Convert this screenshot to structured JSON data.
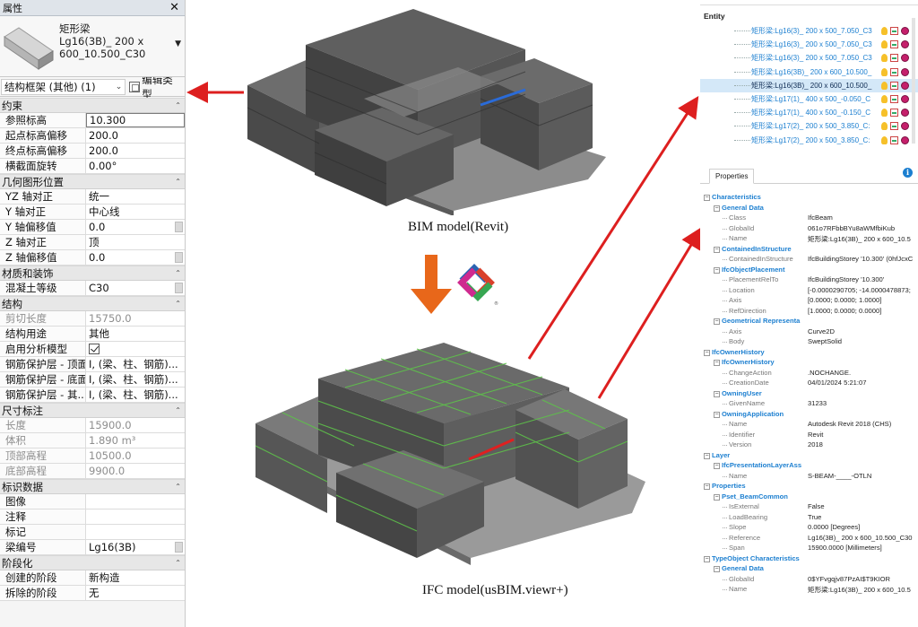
{
  "revit": {
    "panel_title": "属性",
    "type_name": "矩形梁\nLg16(3B)_ 200 x 600_10.500_C30",
    "type_name_lines": [
      "矩形梁",
      "Lg16(3B)_ 200 x",
      "600_10.500_C30"
    ],
    "filter": "结构框架 (其他) (1)",
    "edit_type": "编辑类型",
    "sections": [
      {
        "title": "约束",
        "rows": [
          {
            "label": "参照标高",
            "value": "10.300",
            "state": "active"
          },
          {
            "label": "起点标高偏移",
            "value": "200.0"
          },
          {
            "label": "终点标高偏移",
            "value": "200.0"
          },
          {
            "label": "横截面旋转",
            "value": "0.00°"
          }
        ]
      },
      {
        "title": "几何图形位置",
        "rows": [
          {
            "label": "YZ 轴对正",
            "value": "统一"
          },
          {
            "label": "Y 轴对正",
            "value": "中心线"
          },
          {
            "label": "Y 轴偏移值",
            "value": "0.0",
            "nub": true
          },
          {
            "label": "Z 轴对正",
            "value": "顶"
          },
          {
            "label": "Z 轴偏移值",
            "value": "0.0",
            "nub": true
          }
        ]
      },
      {
        "title": "材质和装饰",
        "rows": [
          {
            "label": "混凝土等级",
            "value": "C30",
            "nub": true
          }
        ]
      },
      {
        "title": "结构",
        "rows": [
          {
            "label": "剪切长度",
            "value": "15750.0",
            "state": "greyed"
          },
          {
            "label": "结构用途",
            "value": "其他"
          },
          {
            "label": "启用分析模型",
            "value": "",
            "checkbox": true
          },
          {
            "label": "钢筋保护层 - 顶面",
            "value": "I, (梁、柱、钢筋)..."
          },
          {
            "label": "钢筋保护层 - 底面",
            "value": "I, (梁、柱、钢筋)..."
          },
          {
            "label": "钢筋保护层 - 其...",
            "value": "I, (梁、柱、钢筋)..."
          }
        ]
      },
      {
        "title": "尺寸标注",
        "rows": [
          {
            "label": "长度",
            "value": "15900.0",
            "state": "greyed"
          },
          {
            "label": "体积",
            "value": "1.890 m³",
            "state": "greyed"
          },
          {
            "label": "顶部高程",
            "value": "10500.0",
            "state": "greyed"
          },
          {
            "label": "底部高程",
            "value": "9900.0",
            "state": "greyed"
          }
        ]
      },
      {
        "title": "标识数据",
        "rows": [
          {
            "label": "图像",
            "value": ""
          },
          {
            "label": "注释",
            "value": ""
          },
          {
            "label": "标记",
            "value": ""
          },
          {
            "label": "梁编号",
            "value": "Lg16(3B)",
            "nub": true
          }
        ]
      },
      {
        "title": "阶段化",
        "rows": [
          {
            "label": "创建的阶段",
            "value": "新构造"
          },
          {
            "label": "拆除的阶段",
            "value": "无"
          }
        ]
      }
    ]
  },
  "captions": {
    "bim": "BIM model(Revit)",
    "ifc": "IFC model(usBIM.viewr+)"
  },
  "entity": {
    "title": "Entity",
    "items": [
      {
        "label": "矩形梁:Lg16(3)_ 200 x 500_7.050_C3",
        "selected": false
      },
      {
        "label": "矩形梁:Lg16(3)_ 200 x 500_7.050_C3",
        "selected": false
      },
      {
        "label": "矩形梁:Lg16(3)_ 200 x 500_7.050_C3",
        "selected": false
      },
      {
        "label": "矩形梁:Lg16(3B)_ 200 x 600_10.500_",
        "selected": false
      },
      {
        "label": "矩形梁:Lg16(3B)_ 200 x 600_10.500_",
        "selected": true
      },
      {
        "label": "矩形梁:Lg17(1)_ 400 x 500_-0.050_C",
        "selected": false
      },
      {
        "label": "矩形梁:Lg17(1)_ 400 x 500_-0.150_C",
        "selected": false
      },
      {
        "label": "矩形梁:Lg17(2)_ 200 x 500_3.850_C:",
        "selected": false
      },
      {
        "label": "矩形梁:Lg17(2)_ 200 x 500_3.850_C:",
        "selected": false
      }
    ]
  },
  "properties": {
    "tab": "Properties",
    "info": "i",
    "rows": [
      {
        "kind": "group",
        "level": 0,
        "label": "Characteristics"
      },
      {
        "kind": "group",
        "level": 1,
        "label": "General Data"
      },
      {
        "kind": "kv",
        "key": "Class",
        "value": "IfcBeam"
      },
      {
        "kind": "kv",
        "key": "GlobalId",
        "value": "061o7RFbbBYu8aWMfbiKub"
      },
      {
        "kind": "kv",
        "key": "Name",
        "value": "矩形梁:Lg16(3B)_ 200 x 600_10.5"
      },
      {
        "kind": "group",
        "level": 1,
        "label": "ContainedInStructure"
      },
      {
        "kind": "kv",
        "key": "ContainedInStructure",
        "value": "IfcBuildingStorey '10.300' (0hfJcxC"
      },
      {
        "kind": "group",
        "level": 1,
        "label": "IfcObjectPlacement"
      },
      {
        "kind": "kv",
        "key": "PlacementRelTo",
        "value": "IfcBuildingStorey '10.300'"
      },
      {
        "kind": "kv",
        "key": "Location",
        "value": "[-0.0000290705; -14.0000478873;"
      },
      {
        "kind": "kv",
        "key": "Axis",
        "value": "[0.0000; 0.0000; 1.0000]"
      },
      {
        "kind": "kv",
        "key": "RefDirection",
        "value": "[1.0000; 0.0000; 0.0000]"
      },
      {
        "kind": "group",
        "level": 1,
        "label": "Geometrical Representa"
      },
      {
        "kind": "kv",
        "key": "Axis",
        "value": "Curve2D"
      },
      {
        "kind": "kv",
        "key": "Body",
        "value": "SweptSolid"
      },
      {
        "kind": "group",
        "level": 0,
        "label": "IfcOwnerHistory"
      },
      {
        "kind": "group",
        "level": 1,
        "label": "IfcOwnerHistory"
      },
      {
        "kind": "kv",
        "key": "ChangeAction",
        "value": ".NOCHANGE."
      },
      {
        "kind": "kv",
        "key": "CreationDate",
        "value": "04/01/2024 5:21:07"
      },
      {
        "kind": "group",
        "level": 1,
        "label": "OwningUser"
      },
      {
        "kind": "kv",
        "key": "GivenName",
        "value": "31233"
      },
      {
        "kind": "group",
        "level": 1,
        "label": "OwningApplication"
      },
      {
        "kind": "kv",
        "key": "Name",
        "value": "Autodesk Revit 2018 (CHS)"
      },
      {
        "kind": "kv",
        "key": "Identifier",
        "value": "Revit"
      },
      {
        "kind": "kv",
        "key": "Version",
        "value": "2018"
      },
      {
        "kind": "group",
        "level": 0,
        "label": "Layer"
      },
      {
        "kind": "group",
        "level": 1,
        "label": "IfcPresentationLayerAss"
      },
      {
        "kind": "kv",
        "key": "Name",
        "value": "S-BEAM-____-OTLN"
      },
      {
        "kind": "group",
        "level": 0,
        "label": "Properties"
      },
      {
        "kind": "group",
        "level": 1,
        "label": "Pset_BeamCommon"
      },
      {
        "kind": "kv",
        "key": "IsExternal",
        "value": "False"
      },
      {
        "kind": "kv",
        "key": "LoadBearing",
        "value": "True"
      },
      {
        "kind": "kv",
        "key": "Slope",
        "value": "0.0000 [Degrees]"
      },
      {
        "kind": "kv",
        "key": "Reference",
        "value": "Lg16(3B)_ 200 x 600_10.500_C30"
      },
      {
        "kind": "kv",
        "key": "Span",
        "value": "15900.0000 [Millimeters]"
      },
      {
        "kind": "group",
        "level": 0,
        "label": "TypeObject Characteristics"
      },
      {
        "kind": "group",
        "level": 1,
        "label": "General Data"
      },
      {
        "kind": "kv",
        "key": "GlobalId",
        "value": "0$YFvgqjv87PzAI$T9KIOR"
      },
      {
        "kind": "kv",
        "key": "Name",
        "value": "矩形梁:Lg16(3B)_ 200 x 600_10.5"
      }
    ]
  },
  "colors": {
    "arrow": "#dd1f1f",
    "down_arrow": "#e8671a",
    "tree_link": "#1c7fd0"
  },
  "icons": {
    "entity_row": [
      "bulb-icon",
      "visibility-box-icon",
      "color-circle-icon"
    ],
    "ifc_logo": "ifc-logo-icon",
    "beam_preview": "beam-preview-icon"
  }
}
